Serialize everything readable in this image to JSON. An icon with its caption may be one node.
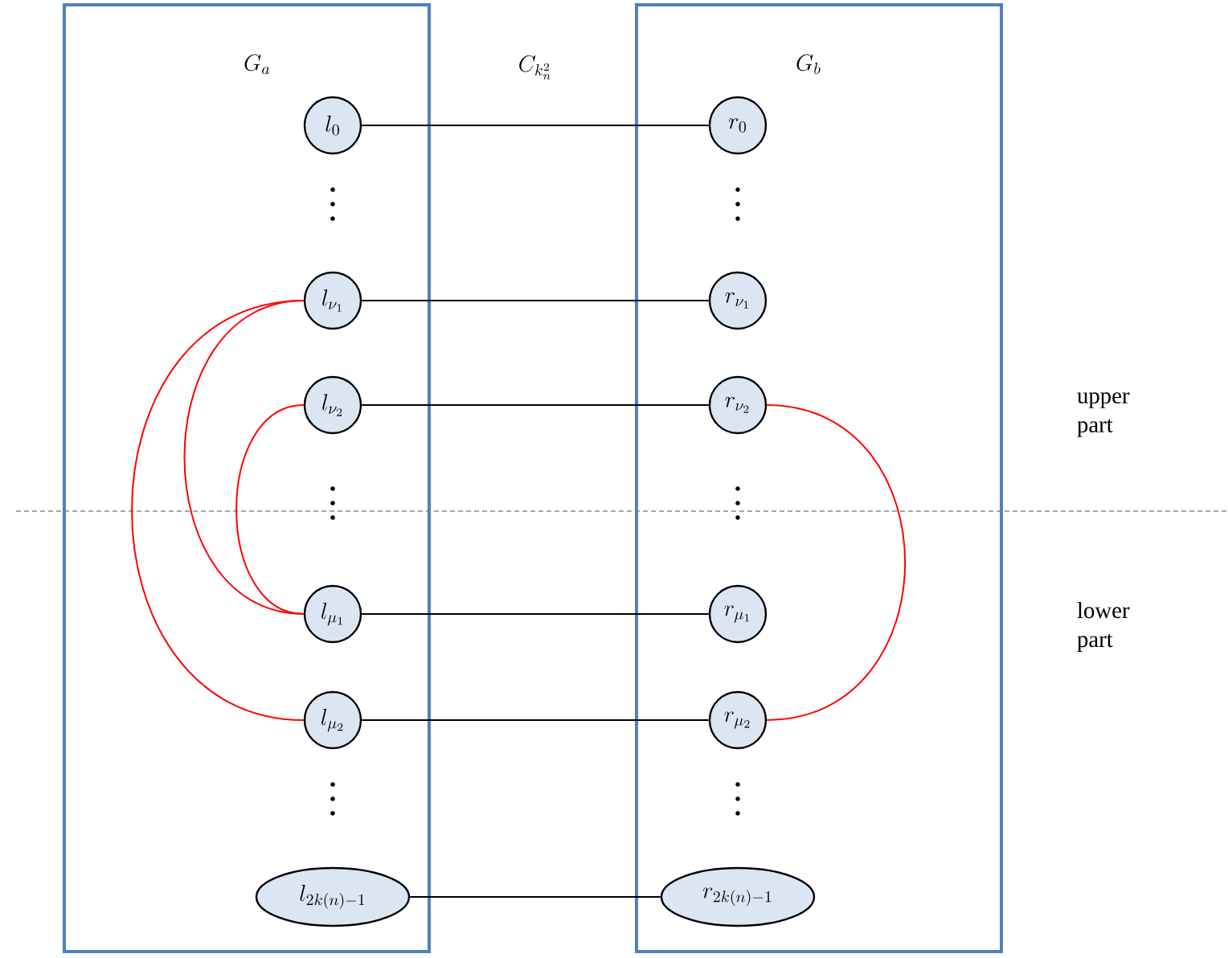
{
  "diagram": {
    "nodes": [
      {
        "text": [
          "G_a"
        ]
      },
      {
        "text": [
          "G_b"
        ]
      },
      {
        "text": [
          "l_0"
        ],
        "in": 0
      },
      {
        "text": [
          "l_{\\nu_1}"
        ],
        "in": 0
      },
      {
        "text": [
          "l_{\\nu_2}"
        ],
        "in": 0
      },
      {
        "text": [
          "l_{\\mu_1}"
        ],
        "in": 0
      },
      {
        "text": [
          "l_{\\mu_2}"
        ],
        "in": 0
      },
      {
        "text": [
          "l_{2k(n)-1}"
        ],
        "in": 0
      },
      {
        "text": [
          "r_0"
        ],
        "in": 1
      },
      {
        "text": [
          "r_{\\nu_1}"
        ],
        "in": 1
      },
      {
        "text": [
          "r_{\\nu_2}"
        ],
        "in": 1
      },
      {
        "text": [
          "r_{\\mu_1}"
        ],
        "in": 1
      },
      {
        "text": [
          "r_{\\mu_2}"
        ],
        "in": 1
      },
      {
        "text": [
          "r_{2k(n)-1}"
        ],
        "in": 1
      }
    ],
    "edges": [
      {
        "from": 2,
        "to": 8,
        "arrow": "none"
      },
      {
        "from": 3,
        "to": 9,
        "arrow": "none"
      },
      {
        "from": 4,
        "to": 10,
        "arrow": "none"
      },
      {
        "from": 5,
        "to": 11,
        "arrow": "none"
      },
      {
        "from": 6,
        "to": 12,
        "arrow": "none"
      },
      {
        "from": 7,
        "to": 13,
        "arrow": "none"
      },
      {
        "from": 3,
        "to": 5,
        "arrow": "none",
        "color": "#ff0000"
      },
      {
        "from": 3,
        "to": 6,
        "arrow": "none",
        "color": "#ff0000"
      },
      {
        "from": 4,
        "to": 5,
        "arrow": "none",
        "color": "#ff0000"
      },
      {
        "from": 10,
        "to": 12,
        "arrow": "none",
        "color": "#ff0000"
      }
    ],
    "labels": [
      "C_{k_n^2}",
      "upper part",
      "lower part"
    ]
  }
}
